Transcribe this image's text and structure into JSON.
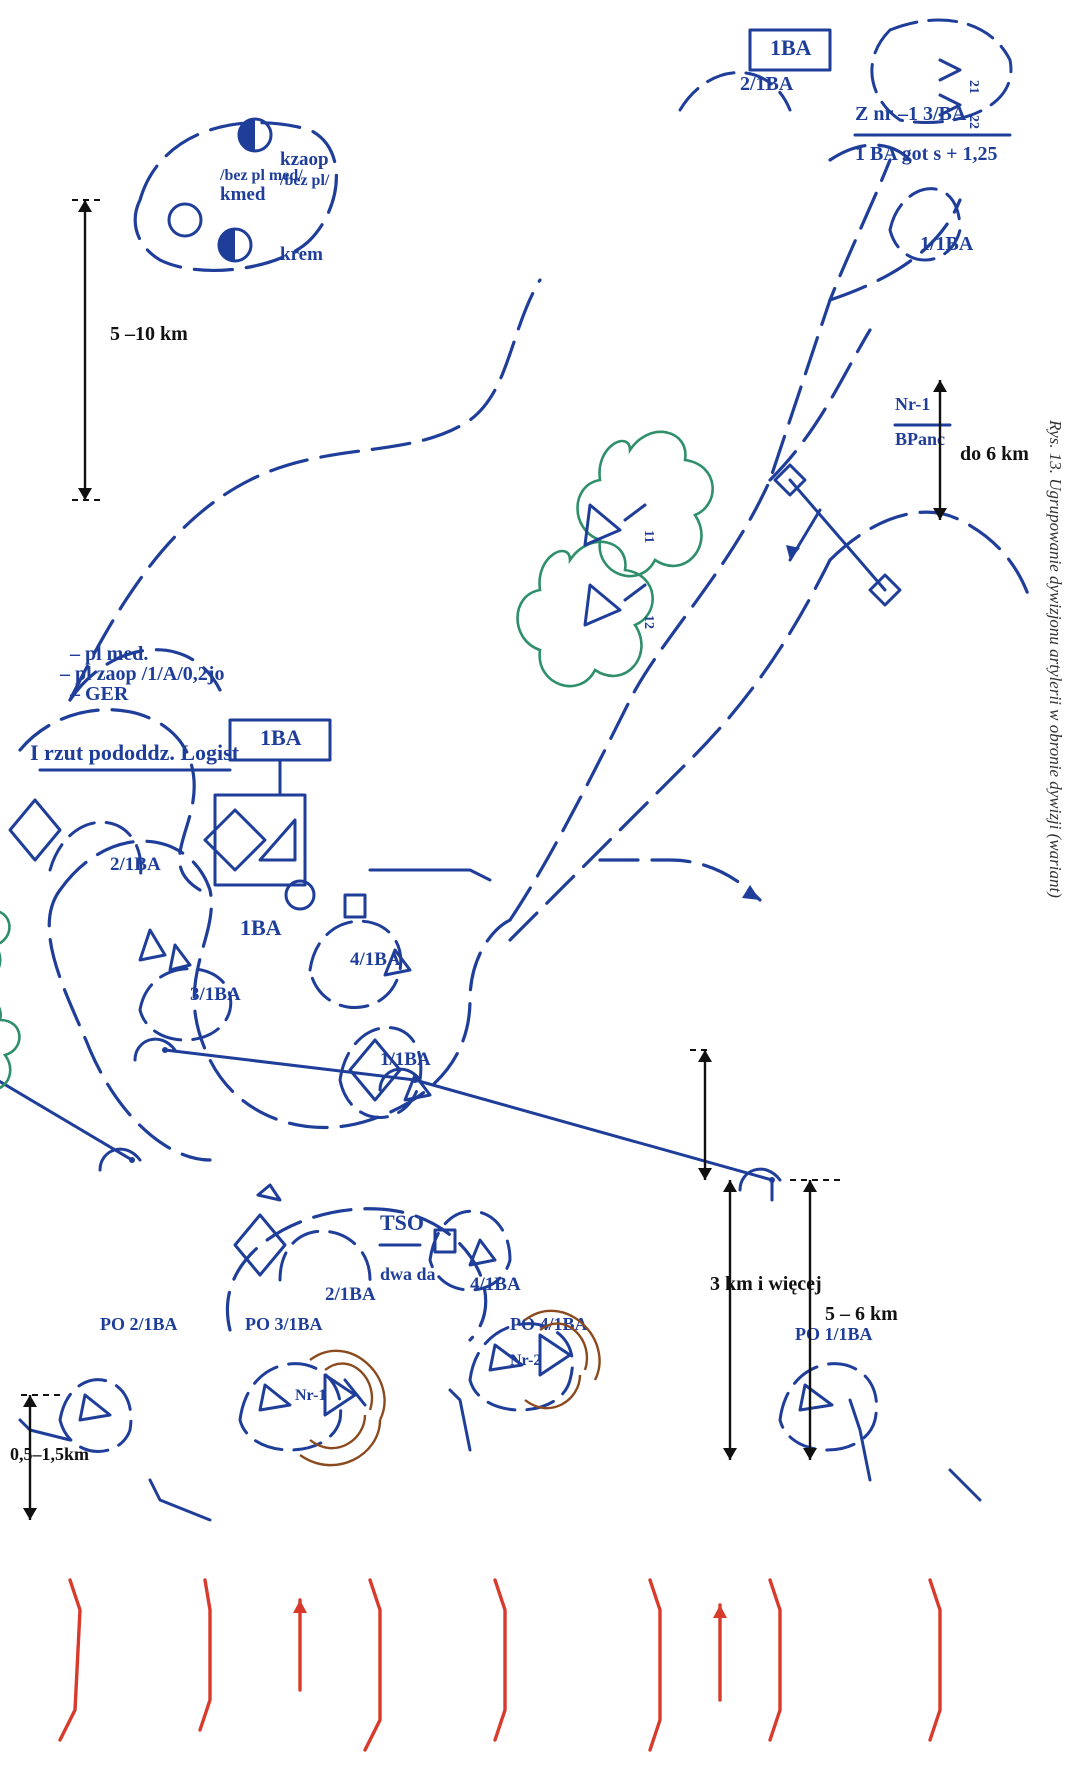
{
  "labels": {
    "ba_2_1": "2/1BA",
    "ba_3_1": "3/1BA",
    "ba_4_1": "4/1BA",
    "ba_1_1": "1/1BA",
    "ba_1": "1BA",
    "ba_1_main": "1BA",
    "ba_1_flag": "1BA",
    "ba_1_flag_right": "1BA",
    "ba_2_1_top": "2/1BA",
    "ba_2_1_mid": "2/1BA",
    "ba_4_1_mid": "4/1BA",
    "ba_1_1_right": "1/1BA",
    "tso": "TSO",
    "tso_sub": "dwa da",
    "po_2_1": "PO 2/1BA",
    "po_3_1": "PO 3/1BA",
    "po_4_1": "PO 4/1BA",
    "po_1_1": "PO 1/1BA",
    "nr1": "Nr-1",
    "nr2": "Nr-2",
    "nr1_bpanc_top": "Nr-1",
    "nr1_bpanc_bottom": "BPanc",
    "irzut": "I rzut pododdz. Logist",
    "ger": "– GER",
    "plzaop": "– pl zaop /1/A/0,2jo",
    "plmed": "– pl med.",
    "kmed": "kmed",
    "bezplmed": "/bez pl med/",
    "kzaop": "kzaop",
    "bezpl": "/bez pl/",
    "krem": "krem",
    "z_nr": "Z nr –1 3/BA",
    "z_nr_sub": "1 BA  got s + 1,25",
    "num_11": "11",
    "num_12": "12",
    "num_21": "21",
    "num_22": "22"
  },
  "distances": {
    "d_5_10": "5 –10 km",
    "d_do6": "do 6 km",
    "d_5_6": "5 – 6 km",
    "d_3km": "3 km i więcej",
    "d_05": "0,5–1,5km"
  },
  "caption": "Rys. 13. Ugrupowanie dywizjonu artylerii w obronie dywizji (wariant)",
  "colors": {
    "own_forces": "#1f3e9a",
    "enemy": "#d83a2c",
    "forest": "#2f8f6a",
    "radar_waves": "#8a4a1e",
    "measure": "#111111"
  }
}
